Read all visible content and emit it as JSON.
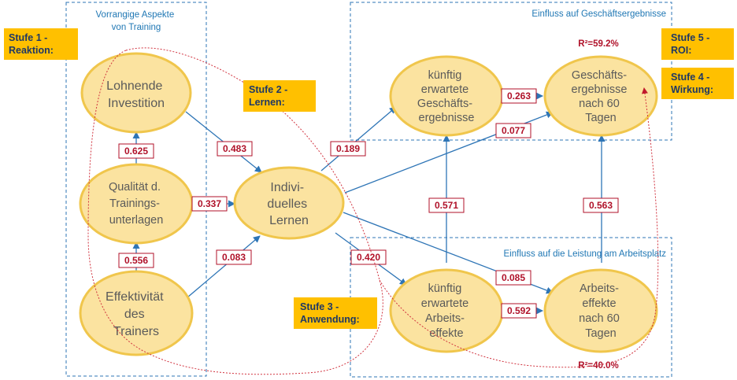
{
  "groups": {
    "training": "Vorrangige Aspekte von Training",
    "business": "Einfluss auf Geschäftsergebnisse",
    "workplace": "Einfluss auf die Leistung am Arbeitsplatz"
  },
  "nodes": {
    "lohnende": "Lohnende Investition",
    "qualitaet": "Qualität d. Trainings-unterlagen",
    "effektivitaet": "Effektivität des Trainers",
    "lernen": "Indivi-duelles Lernen",
    "kuenftig_geschaeft": "künftig erwartete Geschäfts-ergebnisse",
    "geschaeft60": "Geschäfts-ergebnisse nach 60 Tagen",
    "kuenftig_arbeit": "künftig erwartete Arbeits-effekte",
    "arbeit60": "Arbeits-effekte nach 60 Tagen"
  },
  "coefficients": {
    "q_to_l": "0.625",
    "e_to_q": "0.556",
    "l_to_lern": "0.483",
    "q_to_lern": "0.337",
    "e_to_lern": "0.083",
    "lern_to_kg": "0.189",
    "lern_to_g60": "0.077",
    "kg_to_g60": "0.263",
    "ka_to_kg": "0.571",
    "a60_to_g60": "0.563",
    "lern_to_ka": "0.420",
    "lern_to_a60": "0.085",
    "ka_to_a60": "0.592"
  },
  "r2": {
    "business": "R²=59.2%",
    "workplace": "R²=40.0%"
  },
  "stufen": {
    "s1": "Stufe 1 - Reaktion:",
    "s2": "Stufe 2 - Lernen:",
    "s3": "Stufe 3 - Anwendung:",
    "s4": "Stufe 4 - Wirkung:",
    "s5": "Stufe 5 - ROI:"
  },
  "colors": {
    "node_fill": "#fbe3a0",
    "node_stroke": "#f0c64c",
    "arrow": "#2e75b6",
    "dashed_box": "#2e75b6",
    "coef_text": "#b0122a",
    "stufe_fill": "#ffc000",
    "curve": "#d1333f"
  }
}
